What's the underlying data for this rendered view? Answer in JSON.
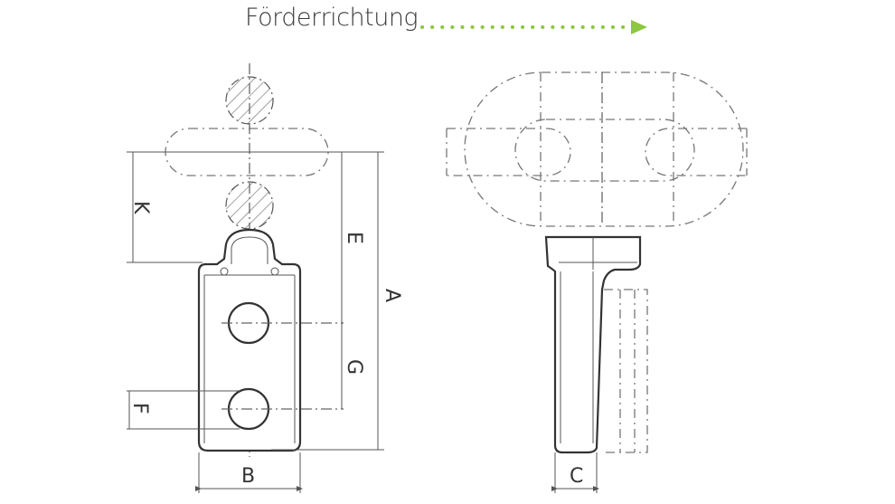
{
  "header": {
    "direction_label": "Förderrichtung",
    "arrow_color": "#8dc63f"
  },
  "dimensions": {
    "A": "A",
    "B": "B",
    "C": "C",
    "E": "E",
    "F": "F",
    "G": "G",
    "K": "K"
  }
}
